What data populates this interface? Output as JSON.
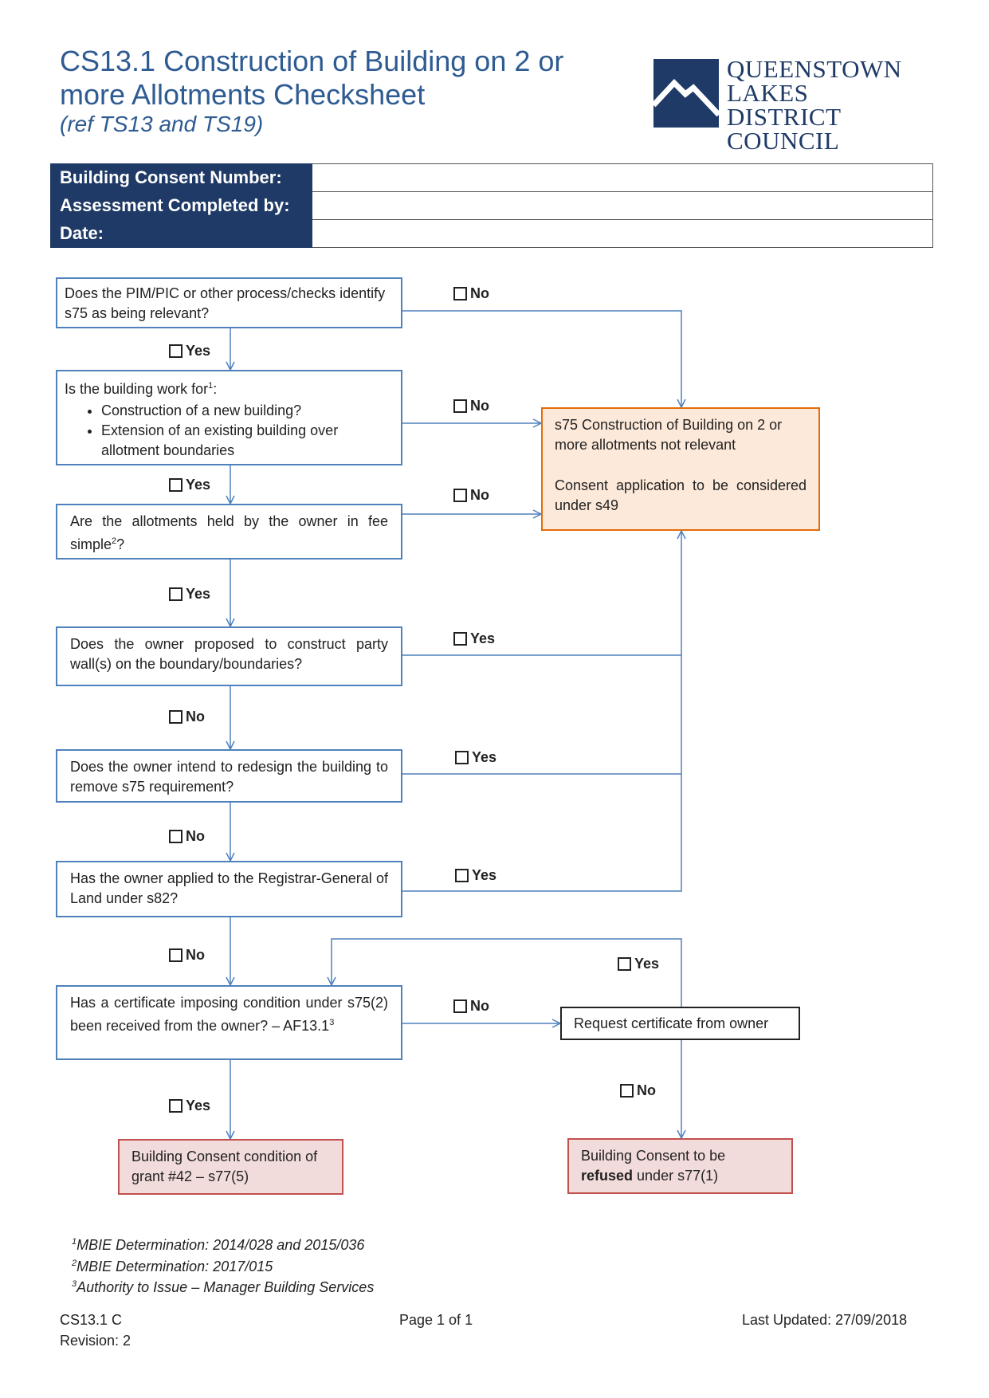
{
  "header": {
    "title_line1": "CS13.1 Construction of Building on 2 or",
    "title_line2": "more Allotments Checksheet",
    "subtitle": "(ref TS13 and TS19)",
    "logo": {
      "line1": "QUEENSTOWN",
      "line2": "LAKES DISTRICT",
      "line3": "COUNCIL",
      "color": "#1f3a66"
    }
  },
  "info_table": {
    "consent_number_label": "Building Consent Number:",
    "consent_number_value": "",
    "assessed_by_label": "Assessment Completed by:",
    "assessed_by_value": "",
    "date_label": "Date:",
    "date_value": ""
  },
  "flow": {
    "q1": "Does the PIM/PIC or other process/checks identify s75 as being relevant?",
    "q2_intro": "Is the building work for",
    "q2_sup": "1",
    "q2_suffix": ":",
    "q2_bullets": [
      "Construction of a new building?",
      "Extension of an existing building over allotment boundaries"
    ],
    "q3_text": "Are the allotments held by the owner in fee simple",
    "q3_sup": "2",
    "q3_suffix": "?",
    "q4": "Does the owner proposed to construct party wall(s) on the boundary/boundaries?",
    "q5": "Does the owner intend to redesign the building to remove s75 requirement?",
    "q6": "Has the owner applied to the Registrar-General of Land under s82?",
    "q7_text": "Has a certificate imposing condition under s75(2) been received from the owner? – AF13.1",
    "q7_sup": "3",
    "not_relevant_line1": "s75 Construction of Building on 2 or more allotments not relevant",
    "not_relevant_line2": "Consent application to be considered under s49",
    "request_cert": "Request certificate from owner",
    "condition_grant": "Building Consent condition of grant #42 – s77(5)",
    "refused_pre": "Building Consent to be",
    "refused_bold": "refused",
    "refused_post": " under s77(1)",
    "yes": "Yes",
    "no": "No",
    "colors": {
      "box_border": "#4f81bd",
      "orange_fill": "#fde9d9",
      "orange_border": "#e36c0a",
      "red_fill": "#f2dcdb",
      "red_border": "#c0504d",
      "header_fill": "#1f3a66"
    }
  },
  "footnotes": {
    "n1_sup": "1",
    "n1": "MBIE Determination: 2014/028 and 2015/036",
    "n2_sup": "2",
    "n2": "MBIE Determination: 2017/015",
    "n3_sup": "3",
    "n3": "Authority to Issue – Manager Building Services"
  },
  "footer": {
    "doc_code": "CS13.1 C",
    "revision": "Revision: 2",
    "page": "Page 1 of 1",
    "last_updated": "Last Updated: 27/09/2018"
  }
}
